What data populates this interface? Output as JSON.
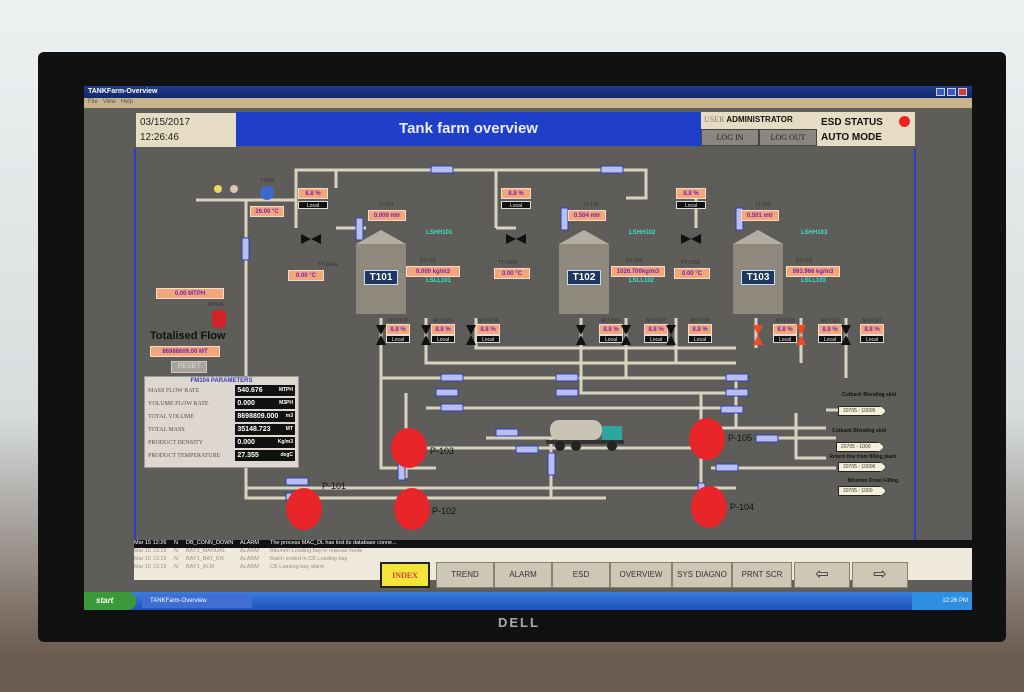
{
  "window": {
    "title": "TANKFarm-Overview",
    "menu": [
      "File",
      "View",
      "Help"
    ]
  },
  "header": {
    "date": "03/15/2017",
    "time": "12:26:46",
    "title": "Tank farm overview",
    "user_label": "USER",
    "user": "ADMINISTRATOR",
    "login": "LOG IN",
    "logout": "LOG OUT",
    "esd_status": "ESD STATUS",
    "mode": "AUTO MODE"
  },
  "inlet": {
    "temp_tag": "TT106",
    "temp": "26.00 °C"
  },
  "tanks": [
    {
      "name": "T101",
      "level_tag": "LT-101",
      "level": "0.000  mtr",
      "temp_tag": "TT-104A",
      "temp": "0.00 °C",
      "density_tag": "DT-101",
      "density": "0.000  kg/m3",
      "lshh": "LSHH101",
      "lsll": "LSLL101",
      "inlet_valve": "8.8 %",
      "mode": "Local"
    },
    {
      "name": "T102",
      "level_tag": "LT-102",
      "level": "0.504  mtr",
      "temp_tag": "TT-105A",
      "temp": "0.00 °C",
      "density_tag": "DT-102",
      "density": "1026.700kg/m3",
      "lshh": "LSHH102",
      "lsll": "LSLL102",
      "inlet_valve": "8.8 %",
      "mode": "Local"
    },
    {
      "name": "T103",
      "level_tag": "LT-103",
      "level": "0.501  mtr",
      "temp_tag": "TT-106A",
      "temp": "0.00 °C",
      "density_tag": "DT-103",
      "density": "993.966 kg/m3",
      "lshh": "LSHH103",
      "lsll": "LSLL103",
      "inlet_valve": "8.8 %",
      "mode": "Local"
    }
  ],
  "movs": [
    {
      "tag": "MOV102",
      "value": "8.8 %",
      "mode": "Local"
    },
    {
      "tag": "MOV103",
      "value": "8.8 %",
      "mode": "Local"
    },
    {
      "tag": "MOV104",
      "value": "8.8 %",
      "mode": "Local"
    },
    {
      "tag": "MOV106",
      "value": "8.8 %",
      "mode": "Local"
    },
    {
      "tag": "MOV107",
      "value": "8.8 %",
      "mode": "Local"
    },
    {
      "tag": "MOV108",
      "value": "8.8 %",
      "mode": "Local"
    },
    {
      "tag": "MOV110",
      "value": "8.8 %",
      "mode": "Local"
    },
    {
      "tag": "MOV111",
      "value": "8.8 %",
      "mode": "Local"
    },
    {
      "tag": "MOV112",
      "value": "8.8 %",
      "mode": "Local"
    }
  ],
  "flow": {
    "meter_tag": "FM104",
    "rate": "0.00     MTPH",
    "totalised_label": "Totalised Flow",
    "totalised": "86988609.00   MT",
    "reset": "RESET"
  },
  "params": {
    "title": "FM104 PARAMETERS",
    "rows": [
      {
        "label": "MASS FLOW RATE",
        "value": "540.676",
        "unit": "MTPH"
      },
      {
        "label": "VOLUME FLOW RATE",
        "value": "0.000",
        "unit": "M3PH"
      },
      {
        "label": "TOTAL VOLUME",
        "value": "8698809.000",
        "unit": "m3"
      },
      {
        "label": "TOTAL MASS",
        "value": "35148.723",
        "unit": "MT"
      },
      {
        "label": "PRODUCT DENSITY",
        "value": "0.000",
        "unit": "Kg/m3"
      },
      {
        "label": "PRODUCT TEMPERATURE",
        "value": "27.355",
        "unit": "degC"
      }
    ]
  },
  "pumps": [
    "P-103",
    "P-101",
    "P-102",
    "P-105",
    "P-104"
  ],
  "destinations": [
    {
      "label": "Cutback Blending skid",
      "value": "20705 - 10005"
    },
    {
      "label": "Cutback Blending skid",
      "value": "20705 - 1000"
    },
    {
      "label": "Return line from filling plant",
      "value": "20705 - 10006"
    },
    {
      "label": "Bitumen Drum Filling",
      "value": "20705 - 1000"
    }
  ],
  "alarms": [
    {
      "time": "Mar 15 12:26",
      "sev": "N",
      "tag": "DB_CONN_DOWN",
      "type": "ALARM",
      "msg": "The process MAC_DL has lost its database conne..."
    },
    {
      "time": "Mar 15 12:19",
      "sev": "N",
      "tag": "BAY2_MANUAL",
      "type": "ALARM",
      "msg": "Bitumen Loading bay in manual mode"
    },
    {
      "time": "Mar 15 12:19",
      "sev": "N",
      "tag": "BAY1_BAT_EN",
      "type": "ALARM",
      "msg": "Batch ended in CB Loading bay"
    },
    {
      "time": "Mar 15 12:19",
      "sev": "N",
      "tag": "BAY1_ALM",
      "type": "ALARM",
      "msg": "CB Loading bay alarm"
    }
  ],
  "nav": [
    "INDEX",
    "TREND",
    "ALARM",
    "ESD",
    "OVERVIEW",
    "SYS DIAGNO",
    "PRNT SCR"
  ],
  "taskbar": {
    "start": "start",
    "task": "TANKFarm-Overview",
    "clock": "12:26 PM"
  },
  "monitor_brand": "DELL",
  "colors": {
    "header_blue": "#1f3fc9",
    "pump_red": "#e8262a",
    "esd_red": "#e22"
  }
}
